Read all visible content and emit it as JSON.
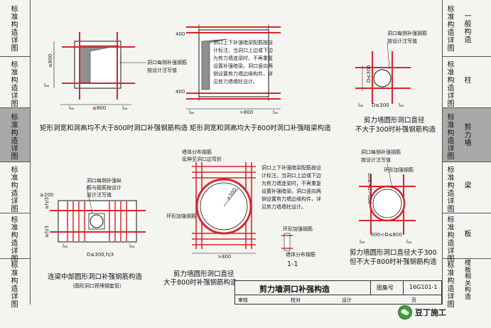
{
  "left_sidebar": {
    "cells": [
      {
        "text": "标准构造详图",
        "highlight": false
      },
      {
        "text": "标准构造详图",
        "highlight": false
      },
      {
        "text": "标准构造详图",
        "highlight": true
      },
      {
        "text": "标准构造详图",
        "highlight": false
      },
      {
        "text": "标准构造详图",
        "highlight": false
      },
      {
        "text": "标准构造详图",
        "highlight": false
      }
    ]
  },
  "right_sidebar": {
    "cells": [
      {
        "text": "标准构造详图",
        "section": "一般构造",
        "highlight": false
      },
      {
        "text": "标准构造详图",
        "section": "柱",
        "highlight": false
      },
      {
        "text": "标准构造详图",
        "section": "剪力墙",
        "highlight": true
      },
      {
        "text": "标准构造详图",
        "section": "梁",
        "highlight": false
      },
      {
        "text": "标准构造详图",
        "section": "板",
        "highlight": false
      },
      {
        "text": "标准构造详图",
        "section": "楼板相关构造",
        "highlight": false
      }
    ]
  },
  "diagrams": {
    "d1": {
      "caption": "矩形洞宽和洞高均不大于800时洞口补强钢筋构造",
      "note_lines": [
        "洞口每侧补强钢筋",
        "按设计注写值"
      ],
      "dims": [
        "≤800",
        "≤800",
        "lₐₑ",
        "lₐₑ",
        "lₐₑ"
      ]
    },
    "d2": {
      "caption": "矩形洞宽和洞高均大于800时洞口补强暗梁构造",
      "note_lines": [
        "洞口上下补强暗梁配筋按设",
        "计标注。当洞口上边或下边",
        "为剪力墙连梁时，不再重复",
        "设置补强暗梁。洞口竖向两",
        "侧设置剪力墙边缘构件，详",
        "见剪力墙墙柱设计。"
      ],
      "dims": [
        ">800",
        "400",
        "400",
        "lₐₑ",
        "lₐₑ"
      ]
    },
    "d3": {
      "caption_line1": "剪力墙圆形洞口直径",
      "caption_line2": "不大于300时补强钢筋构造",
      "note_lines": [
        "洞口每侧补强钢筋",
        "按设计注写值"
      ],
      "dims": [
        "D≤300",
        "D≤300",
        "lₐₑ",
        "lₐₑ"
      ]
    },
    "d4": {
      "caption": "连梁中部圆形洞口补强钢筋构造",
      "subcaption": "（圆形洞口预埋钢套管）",
      "note_lines": [
        "洞口每侧补强纵",
        "筋与箍筋按设计",
        "设计注写值"
      ],
      "dims": [
        "D≤300,h/3",
        "≥h/3",
        "≥h/3",
        "lₐₑ",
        "lₐₑ",
        "≥200"
      ]
    },
    "d5": {
      "caption_line1": "剪力墙圆形洞口直径",
      "caption_line2": "大于800时补强钢筋构造",
      "note_lines": [
        "洞口上下补强暗梁配筋按设",
        "计标注。当洞口上边或下边",
        "为剪力墙连梁时，不再重复",
        "设置补强暗梁。洞口竖向两",
        "侧设置剪力墙边缘构件，详",
        "见剪力墙墙柱设计。"
      ],
      "labels": [
        "墙体分布钢筋",
        "延伸至洞口边弯折",
        "环形加强钢筋",
        "环形加强钢筋",
        "墙体分布钢筋"
      ],
      "section_label": "1-1",
      "dims": [
        ">800",
        "≥300"
      ]
    },
    "d6": {
      "caption_line1": "剪力墙圆形洞口直径大于300",
      "caption_line2": "但不大于800时补强钢筋构造",
      "note_lines": [
        "洞口每侧补强钢筋",
        "按设计注写值"
      ],
      "labels": [
        "环形加强钢筋"
      ],
      "dims": [
        "300<D≤800",
        "300<D≤800",
        "lₐₑ",
        "lₐₑ"
      ]
    }
  },
  "title_block": {
    "title": "剪力墙洞口补强构造",
    "atlas_label": "图集号",
    "atlas_no": "16G101-1",
    "row2": [
      "审核",
      "校对",
      "设计",
      "页"
    ]
  },
  "watermark": {
    "text": "豆丁施工"
  },
  "colors": {
    "rebar_red": "#d8262a",
    "line": "#111111",
    "highlight": "#a9a9a9",
    "paper": "#f4f4f1"
  }
}
